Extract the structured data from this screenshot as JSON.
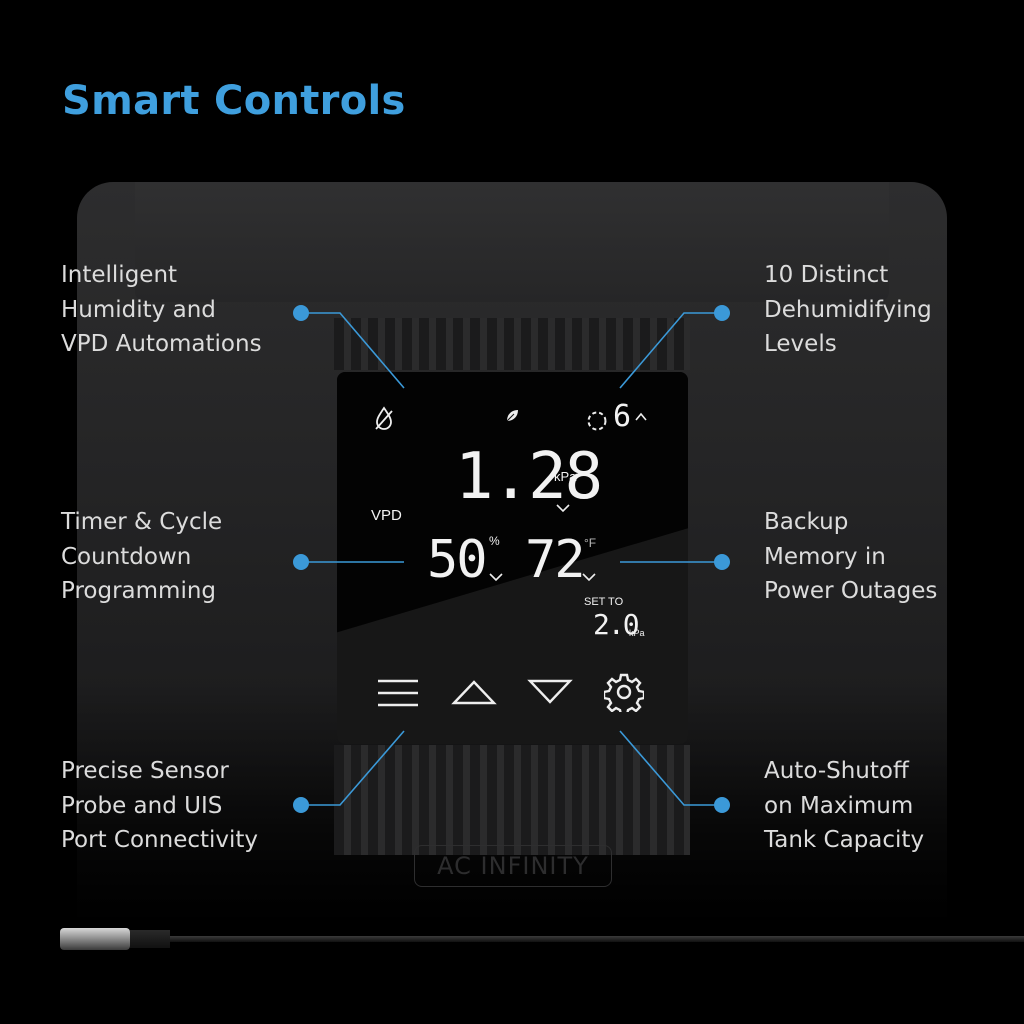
{
  "title": "Smart Controls",
  "accent_color": "#3f9fde",
  "callouts": {
    "top_left": [
      "Intelligent",
      "Humidity and",
      "VPD Automations"
    ],
    "mid_left": [
      "Timer & Cycle",
      "Countdown",
      "Programming"
    ],
    "bottom_left": [
      "Precise Sensor",
      "Probe and UIS",
      "Port Connectivity"
    ],
    "top_right": [
      "10 Distinct",
      "Dehumidifying",
      "Levels"
    ],
    "mid_right": [
      "Backup",
      "Memory in",
      "Power Outages"
    ],
    "bottom_right": [
      "Auto-Shutoff",
      "on Maximum",
      "Tank Capacity"
    ]
  },
  "screen": {
    "mode_label": "VPD",
    "level": "6",
    "vpd_value": "1.28",
    "vpd_unit": "kPa",
    "humidity_value": "50",
    "humidity_unit": "%",
    "temp_value": "72",
    "temp_unit": "°F",
    "setpoint_label": "SET TO",
    "setpoint_value": "2.0",
    "setpoint_unit": "kPa"
  },
  "icons": [
    "humidity-off-icon",
    "leaf-icon",
    "fan-level-icon",
    "menu-icon",
    "up-arrow-icon",
    "down-arrow-icon",
    "settings-gear-icon"
  ],
  "brand_logo": "AC INFINITY"
}
